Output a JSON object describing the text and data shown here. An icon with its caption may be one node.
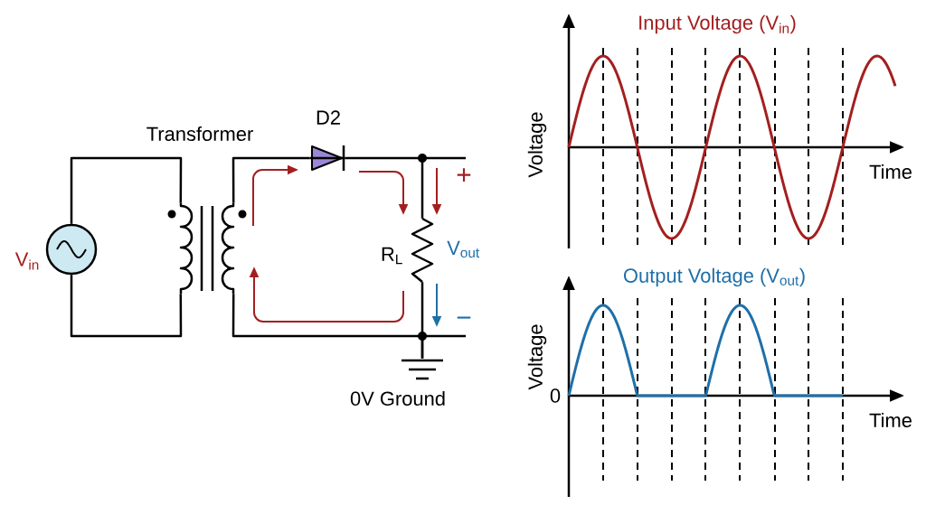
{
  "diagram": {
    "nodes": [
      {
        "text": [],
        "shape": "circle",
        "beside": [
          "V$_{in}$"
        ]
      },
      {
        "text": [],
        "shape": "picture",
        "beside": [
          "Transformer"
        ]
      },
      {
        "text": [],
        "shape": "picture",
        "beside": [
          "D2"
        ]
      },
      {
        "text": [],
        "shape": "picture",
        "beside": [
          "R$_{L}$"
        ]
      },
      {
        "text": [],
        "shape": "picture",
        "beside": [
          "0V Ground"
        ]
      }
    ],
    "edges": [
      {
        "from": 0,
        "to": 1,
        "arrow": "none"
      },
      {
        "from": 0,
        "to": 1,
        "arrow": "none"
      },
      {
        "from": 1,
        "to": 2,
        "arrow": "none"
      },
      {
        "from": 2,
        "to": 3,
        "arrow": "none"
      },
      {
        "from": 1,
        "to": 4,
        "arrow": "none"
      },
      {
        "from": 3,
        "to": 4,
        "arrow": "none"
      }
    ],
    "labels": [
      "Input Voltage (V$_{in}$)",
      "Voltage",
      "Time",
      "+",
      "V$_{out}$",
      "Output Voltage (V$_{out}$)",
      "−",
      "Voltage",
      "0",
      "Time"
    ]
  }
}
